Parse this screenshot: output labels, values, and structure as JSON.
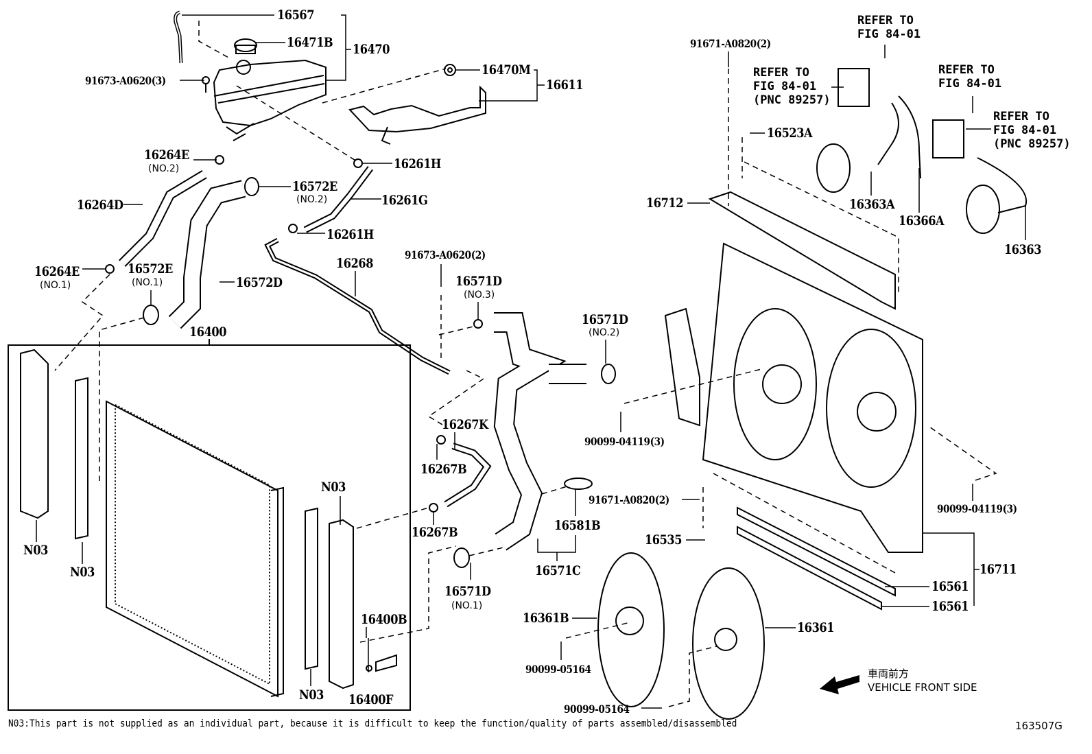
{
  "diagram": {
    "figure_number": "163507G",
    "footnote": "N03:This part is not supplied as an individual part, because it is difficult to keep the function/quality of parts assembled/disassembled",
    "direction": {
      "jp": "車両前方",
      "en": "VEHICLE FRONT SIDE",
      "icon": "arrow-left-icon"
    },
    "reserve_tank_group": {
      "parent": "16470",
      "children": [
        "16567",
        "16471B"
      ],
      "bolt": "91673-A0620(3)"
    },
    "bracket_group": {
      "parent": "16611",
      "children": [
        "16470M"
      ]
    },
    "hoses": [
      {
        "part": "16264E",
        "note": "(NO.2)"
      },
      {
        "part": "16264D"
      },
      {
        "part": "16264E",
        "note": "(NO.1)"
      },
      {
        "part": "16572E",
        "note": "(NO.2)"
      },
      {
        "part": "16572E",
        "note": "(NO.1)"
      },
      {
        "part": "16572D"
      },
      {
        "part": "16261H"
      },
      {
        "part": "16261G"
      },
      {
        "part": "16261H"
      },
      {
        "part": "16268"
      },
      {
        "part": "91673-A0620(2)"
      },
      {
        "part": "16571D",
        "note": "(NO.3)"
      },
      {
        "part": "16571D",
        "note": "(NO.2)"
      },
      {
        "part": "16571D",
        "note": "(NO.1)"
      },
      {
        "part": "16267K"
      },
      {
        "part": "16267B"
      },
      {
        "part": "16267B"
      },
      {
        "part": "16581B"
      },
      {
        "part": "16571C"
      }
    ],
    "radiator_group": {
      "parent": "16400",
      "children": [
        "N03",
        "N03",
        "N03",
        "N03",
        "16400B",
        "16400F"
      ]
    },
    "fan_group": {
      "parent": "16711",
      "children": [
        "16712",
        "16523A",
        "91671-A0820(2)",
        "91671-A0820(2)",
        "90099-04119(3)",
        "90099-04119(3)",
        "16535",
        "16561",
        "16561",
        "16361B",
        "16361",
        "90099-05164",
        "90099-05164",
        "16363A",
        "16366A",
        "16363"
      ]
    },
    "refer": [
      {
        "text": "REFER TO\nFIG 84-01"
      },
      {
        "text": "REFER TO\nFIG 84-01\n(PNC 89257)"
      },
      {
        "text": "REFER TO\nFIG 84-01"
      },
      {
        "text": "REFER TO\nFIG 84-01\n(PNC 89257)"
      }
    ]
  }
}
